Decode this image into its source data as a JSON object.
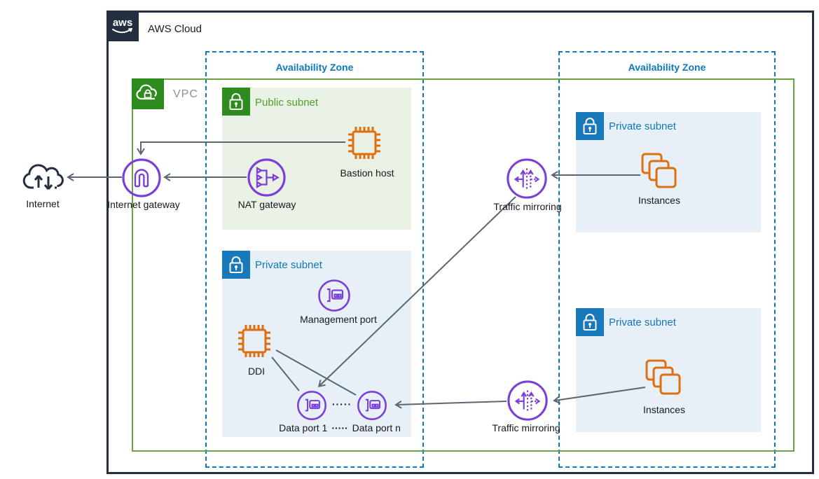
{
  "aws_cloud": {
    "label": "AWS Cloud",
    "logo_text": "aws"
  },
  "internet": {
    "label": "Internet"
  },
  "vpc": {
    "label": "VPC"
  },
  "availability_zones": [
    {
      "label": "Availability Zone"
    },
    {
      "label": "Availability Zone"
    }
  ],
  "subnets": {
    "public": {
      "label": "Public subnet"
    },
    "private_mid": {
      "label": "Private subnet"
    },
    "private_top_right": {
      "label": "Private subnet"
    },
    "private_bottom_right": {
      "label": "Private subnet"
    }
  },
  "nodes": {
    "internet_gateway": {
      "label": "Internet gateway"
    },
    "nat_gateway": {
      "label": "NAT gateway"
    },
    "bastion_host": {
      "label": "Bastion host"
    },
    "management_port": {
      "label": "Management port"
    },
    "ddi": {
      "label": "DDI"
    },
    "data_port_1": {
      "label": "Data port 1"
    },
    "data_port_n": {
      "label": "Data port n"
    },
    "data_port_dots": "·····",
    "traffic_mirroring_top": {
      "label": "Traffic mirroring"
    },
    "traffic_mirroring_bottom": {
      "label": "Traffic mirroring"
    },
    "instances_top": {
      "label": "Instances"
    },
    "instances_bottom": {
      "label": "Instances"
    }
  },
  "colors": {
    "navy": "#232F3E",
    "purple": "#7B3FD9",
    "orange": "#DE6F10",
    "green_icon": "#2E8B1D",
    "green_border": "#6BA43F",
    "green_text": "#4F9E2F",
    "green_bg": "#E9F2E4",
    "blue": "#1178BC",
    "blue_icon": "#1779BA",
    "blue_bg": "#E7F0F7",
    "connector_gray": "#5C6670"
  }
}
